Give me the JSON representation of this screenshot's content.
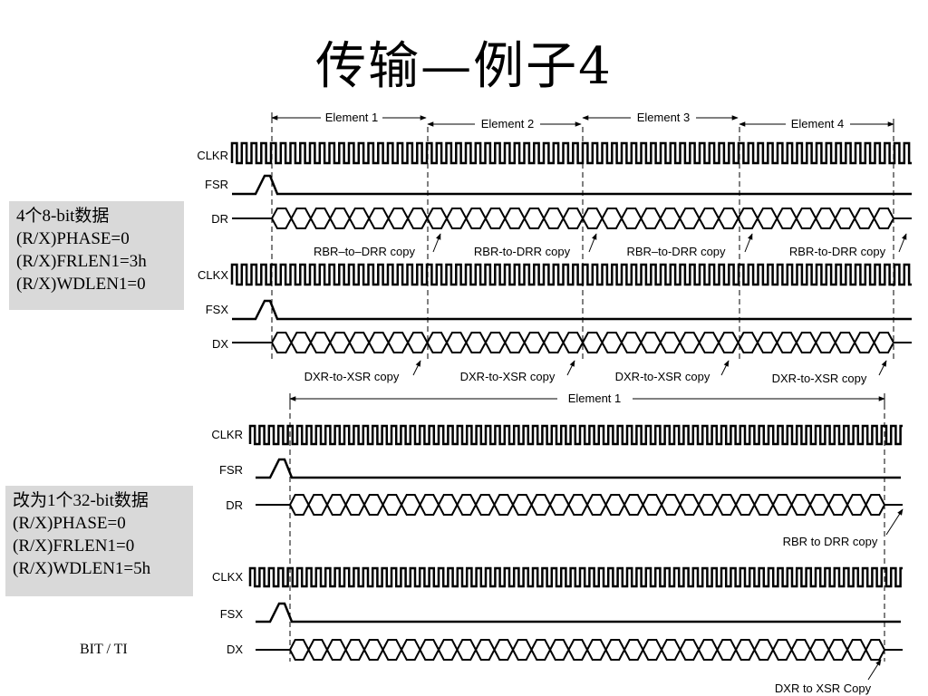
{
  "title": "传输—例子4",
  "footer": "BIT / TI",
  "box1": {
    "lines": [
      "4个8-bit数据",
      "(R/X)PHASE=0",
      "(R/X)FRLEN1=3h",
      "(R/X)WDLEN1=0"
    ]
  },
  "box2": {
    "lines": [
      "改为1个32-bit数据",
      "(R/X)PHASE=0",
      "(R/X)FRLEN1=0",
      "(R/X)WDLEN1=5h"
    ]
  },
  "top_diagram": {
    "elements": [
      "Element 1",
      "Element 2",
      "Element 3",
      "Element 4"
    ],
    "signals": [
      "CLKR",
      "FSR",
      "DR",
      "CLKX",
      "FSX",
      "DX"
    ],
    "rbr_copies": [
      "RBR–to–DRR copy",
      "RBR-to-DRR copy",
      "RBR–to-DRR copy",
      "RBR-to-DRR copy"
    ],
    "dxr_copies": [
      "DXR-to-XSR copy",
      "DXR-to-XSR copy",
      "DXR-to-XSR copy",
      "DXR-to-XSR copy"
    ]
  },
  "bottom_diagram": {
    "element": "Element 1",
    "signals": [
      "CLKR",
      "FSR",
      "DR",
      "CLKX",
      "FSX",
      "DX"
    ],
    "rbr_copy": "RBR to DRR copy",
    "dxr_copy": "DXR to XSR Copy"
  }
}
